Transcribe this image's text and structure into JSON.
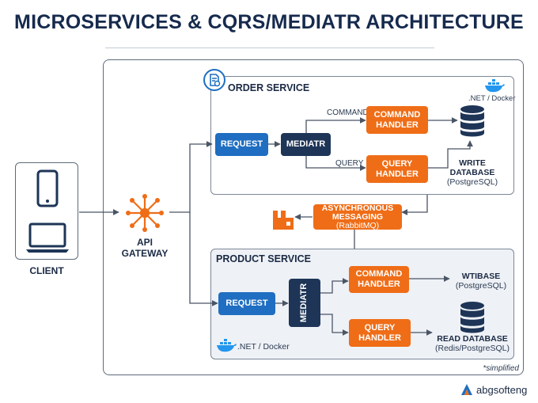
{
  "title": "MICROSERVICES & CQRS/MEDIATR ARCHITECTURE",
  "client": {
    "label": "CLIENT"
  },
  "gateway": {
    "label_line1": "API",
    "label_line2": "GATEWAY"
  },
  "order_service": {
    "title": "ORDER SERVICE",
    "platform": ".NET / Docker",
    "request": "REQUEST",
    "mediatr": "MEDIATR",
    "command_edge": "COMMAND",
    "query_edge": "QUERY",
    "command_handler": [
      "COMMAND",
      "HANDLER"
    ],
    "query_handler": [
      "QUERY",
      "HANDLER"
    ],
    "database_name": [
      "WRITE",
      "DATABASE"
    ],
    "database_tech": "(PostgreSQL)"
  },
  "messaging": {
    "line1": "ASYNCHRONOUS",
    "line2": "MESSAGING",
    "tech": "(RabbitMQ)"
  },
  "product_service": {
    "title": "PRODUCT SERVICE",
    "platform": ".NET / Docker",
    "request": "REQUEST",
    "mediatr": "MEDIATR",
    "command_handler": [
      "COMMAND",
      "HANDLER"
    ],
    "query_handler": [
      "QUERY",
      "HANDLER"
    ],
    "write_db_name": "WTIBASE",
    "write_db_tech": "(PostgreSQL)",
    "read_db_name": "READ DATABASE",
    "read_db_tech": "(Redis/PostgreSQL)"
  },
  "footnote": "*simplified",
  "brand": "abgsofteng",
  "colors": {
    "blue": "#1f6ec1",
    "navy": "#1e3557",
    "orange": "#ef6d17",
    "docker": "#2396ed"
  },
  "icons": {
    "client_devices": [
      "phone-icon",
      "laptop-icon"
    ],
    "gateway": "network-hub-icon",
    "order_badge": "document-gear-icon",
    "database": "database-icon",
    "docker": "docker-whale-icon",
    "rabbitmq": "rabbitmq-icon"
  }
}
